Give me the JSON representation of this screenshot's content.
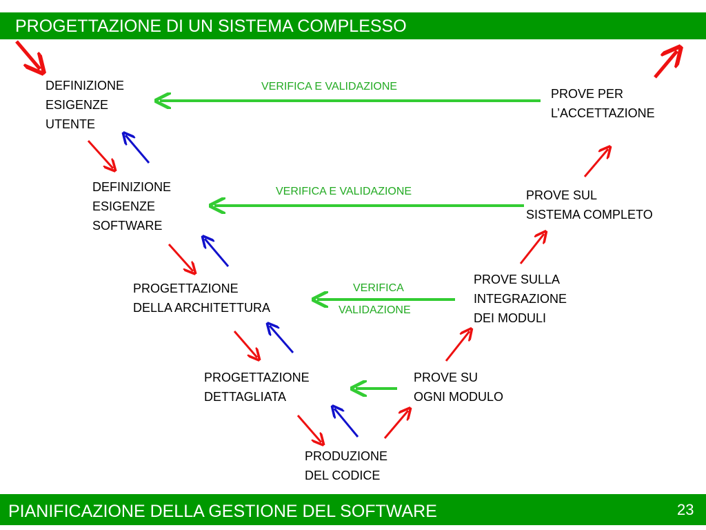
{
  "header": {
    "title": "PROGETTAZIONE DI UN SISTEMA COMPLESSO"
  },
  "footer": {
    "title": "PIANIFICAZIONE DELLA GESTIONE DEL SOFTWARE",
    "page_number": "23"
  },
  "left_phases": [
    {
      "lines": [
        "DEFINIZIONE",
        "ESIGENZE",
        "UTENTE"
      ]
    },
    {
      "lines": [
        "DEFINIZIONE",
        "ESIGENZE",
        "SOFTWARE"
      ]
    },
    {
      "lines": [
        "PROGETTAZIONE",
        "DELLA ARCHITETTURA"
      ]
    },
    {
      "lines": [
        "PROGETTAZIONE",
        "DETTAGLIATA"
      ]
    }
  ],
  "bottom_phase": {
    "lines": [
      "PRODUZIONE",
      "DEL CODICE"
    ]
  },
  "right_phases": [
    {
      "lines": [
        "PROVE PER",
        "L’ACCETTAZIONE"
      ]
    },
    {
      "lines": [
        "PROVE SUL",
        "SISTEMA COMPLETO"
      ]
    },
    {
      "lines": [
        "PROVE SULLA",
        "INTEGRAZIONE",
        "DEI MODULI"
      ]
    },
    {
      "lines": [
        "PROVE SU",
        "OGNI MODULO"
      ]
    }
  ],
  "verification_labels": {
    "level1": "VERIFICA E VALIDAZIONE",
    "level2": "VERIFICA E VALIDAZIONE",
    "level3_top": "VERIFICA",
    "level3_bottom": "VALIDAZIONE"
  },
  "colors": {
    "header_bg": "#009900",
    "forward_arrow": "#ee1111",
    "feedback_arrow": "#1111cc",
    "verification_arrow": "#33cc33",
    "verification_text": "#22aa22"
  }
}
